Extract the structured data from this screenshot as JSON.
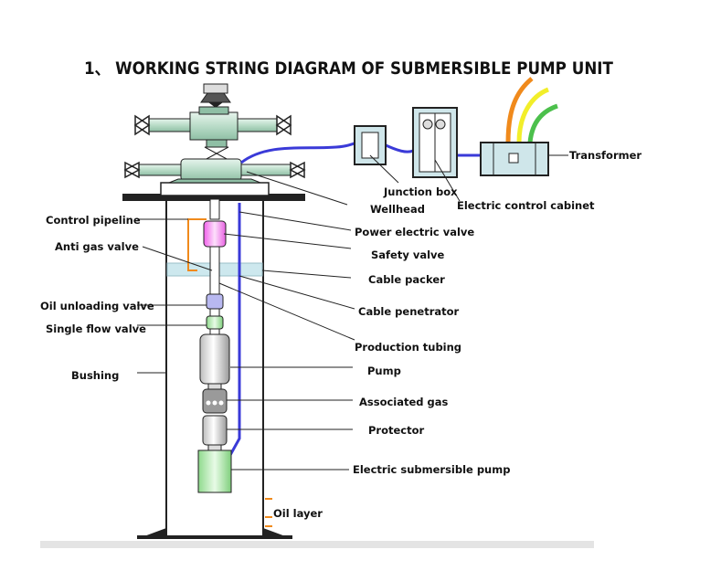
{
  "title": "1、 WORKING STRING DIAGRAM OF SUBMERSIBLE PUMP UNIT",
  "labels": {
    "transformer": "Transformer",
    "junction_box": "Junction box",
    "electric_control_cabinet": "Electric control cabinet",
    "wellhead": "Wellhead",
    "control_pipeline": "Control pipeline",
    "power_electric_valve": "Power electric valve",
    "anti_gas_valve": "Anti gas valve",
    "safety_valve": "Safety valve",
    "cable_packer": "Cable packer",
    "oil_unloading_valve": "Oil unloading valve",
    "cable_penetrator": "Cable penetrator",
    "single_flow_valve": "Single flow valve",
    "production_tubing": "Production tubing",
    "bushing": "Bushing",
    "pump": "Pump",
    "associated_gas": "Associated gas",
    "protector": "Protector",
    "electric_submersible_pump": "Electric submersible pump",
    "oil_layer": "Oil layer"
  },
  "colors": {
    "cable": "#3a3ad8",
    "wellhead": "#b7dcc9",
    "cabinet": "#cfe6ea",
    "packer": "#cde8ee",
    "wire_orange": "#f08a1c",
    "wire_yellow": "#f2ee2a",
    "wire_green": "#4cc04c",
    "safety_valve": "#f47ef0",
    "esp_motor": "#a9e6a6"
  }
}
